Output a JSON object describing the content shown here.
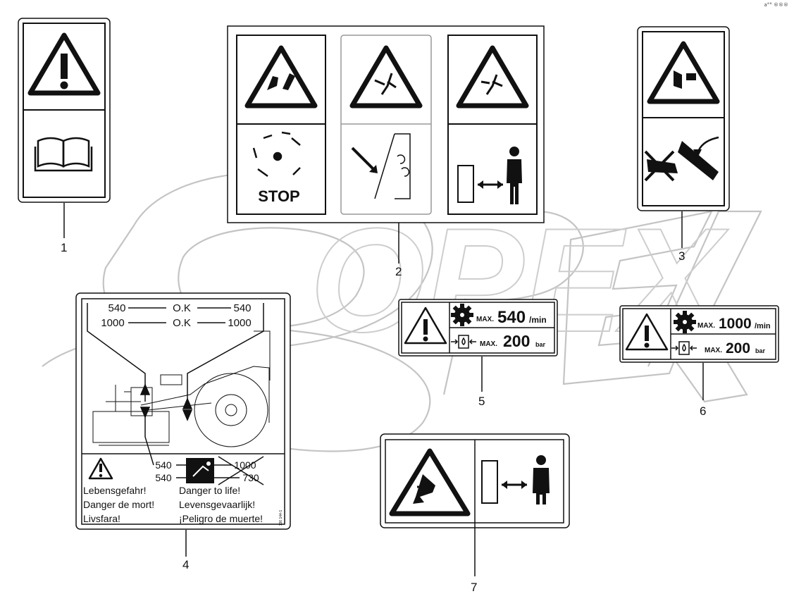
{
  "diagram": {
    "watermark": "OPEX",
    "corner_ref": "a°° ®®®",
    "items": [
      {
        "number": "1"
      },
      {
        "number": "2",
        "stop_text": "STOP"
      },
      {
        "number": "3"
      },
      {
        "number": "4",
        "speed_rows": [
          {
            "left": "540",
            "mid": "O.K",
            "right": "540"
          },
          {
            "left": "1000",
            "mid": "O.K",
            "right": "1000"
          }
        ],
        "bottom_values": [
          {
            "left": "540",
            "right": "1000"
          },
          {
            "left": "540",
            "right": "730"
          }
        ],
        "warnings_left": [
          "Lebensgefahr!",
          "Danger de mort!",
          "Livsfara!"
        ],
        "warnings_right": [
          "Danger to life!",
          "Levensgevaarlijk!",
          "¡Peligro de muerte!"
        ],
        "code": "136 144-1"
      },
      {
        "number": "5",
        "max_label": "MAX.",
        "speed": "540",
        "speed_unit": "/min",
        "pressure": "200",
        "pressure_unit": "bar"
      },
      {
        "number": "6",
        "max_label": "MAX.",
        "speed": "1000",
        "speed_unit": "/min",
        "pressure": "200",
        "pressure_unit": "bar"
      },
      {
        "number": "7"
      }
    ]
  }
}
